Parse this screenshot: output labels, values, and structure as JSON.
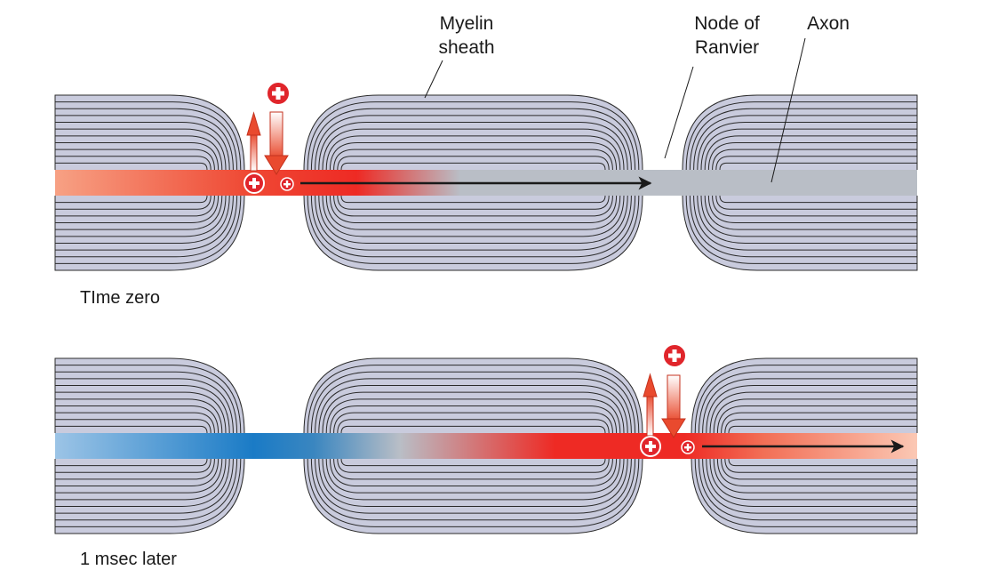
{
  "labels": {
    "myelin_line1": "Myelin",
    "myelin_line2": "sheath",
    "node_line1": "Node of",
    "node_line2": "Ranvier",
    "axon": "Axon"
  },
  "panels": [
    {
      "caption": "TIme zero",
      "active_node": 1
    },
    {
      "caption": "1 msec later",
      "active_node": 2
    }
  ],
  "colors": {
    "sheath_fill": "#c9cbdd",
    "sheath_line": "#2b2b2b",
    "axon_rest": "#b9bec6",
    "depolarized": "#ee2a24",
    "depolarizing": "#f7a184",
    "repolarized": "#1a7bc6",
    "recovering": "#9cc4e6",
    "ion_marker": "#e0252b"
  },
  "icons": {
    "ion": "plus-circle-icon",
    "influx": "down-arrow-icon",
    "efflux": "up-arrow-icon",
    "conduction": "right-arrow-icon"
  }
}
